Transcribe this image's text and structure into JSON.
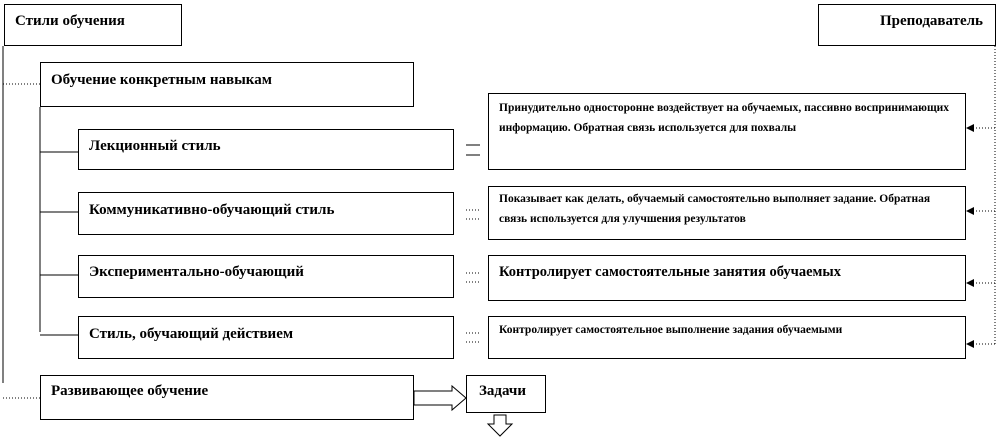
{
  "header": {
    "left_title": "Стили обучения",
    "right_title": "Преподаватель"
  },
  "sections": {
    "concrete": "Обучение конкретным навыкам",
    "developing": "Развивающее обучение"
  },
  "styles": [
    "Лекционный стиль",
    "Коммуникативно-обучающий стиль",
    "Экспериментально-обучающий",
    "Стиль, обучающий действием"
  ],
  "descriptions": [
    "Принудительно односторонне воздействует на обучаемых, пассивно воспринимающих информацию. Обратная связь используется для похвалы",
    "Показывает как делать, обучаемый самостоятельно выполняет задание. Обратная связь используется для улучшения результатов",
    "Контролирует самостоятельные занятия обучаемых",
    "Контролирует самостоятельное выполнение задания обучаемыми"
  ],
  "tasks": "Задачи"
}
